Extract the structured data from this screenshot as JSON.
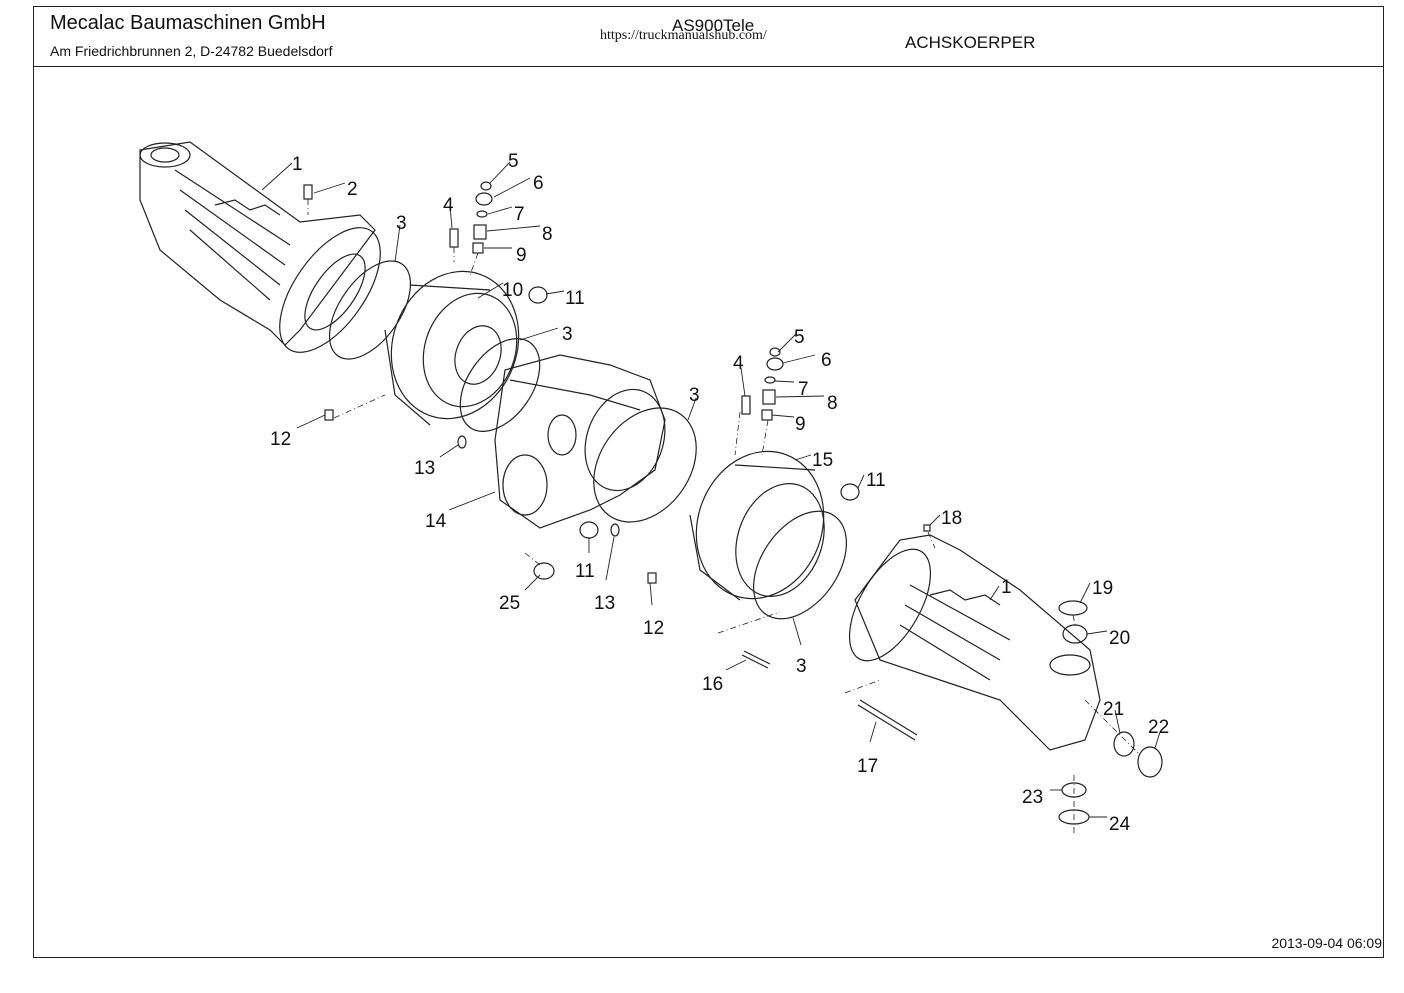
{
  "header": {
    "company": "Mecalac Baumaschinen GmbH",
    "address": "Am Friedrichbrunnen 2,  D-24782 Buedelsdorf",
    "model": "AS900Tele",
    "url": "https://truckmanualshub.com/",
    "section": "ACHSKOERPER"
  },
  "footer": {
    "timestamp": "2013-09-04 06:09"
  },
  "callouts": [
    "1",
    "2",
    "3",
    "4",
    "5",
    "6",
    "7",
    "8",
    "9",
    "10",
    "11",
    "3",
    "12",
    "13",
    "14",
    "5",
    "4",
    "6",
    "7",
    "8",
    "3",
    "9",
    "15",
    "11",
    "18",
    "11",
    "13",
    "25",
    "12",
    "19",
    "1",
    "20",
    "3",
    "16",
    "21",
    "22",
    "17",
    "23",
    "24"
  ]
}
